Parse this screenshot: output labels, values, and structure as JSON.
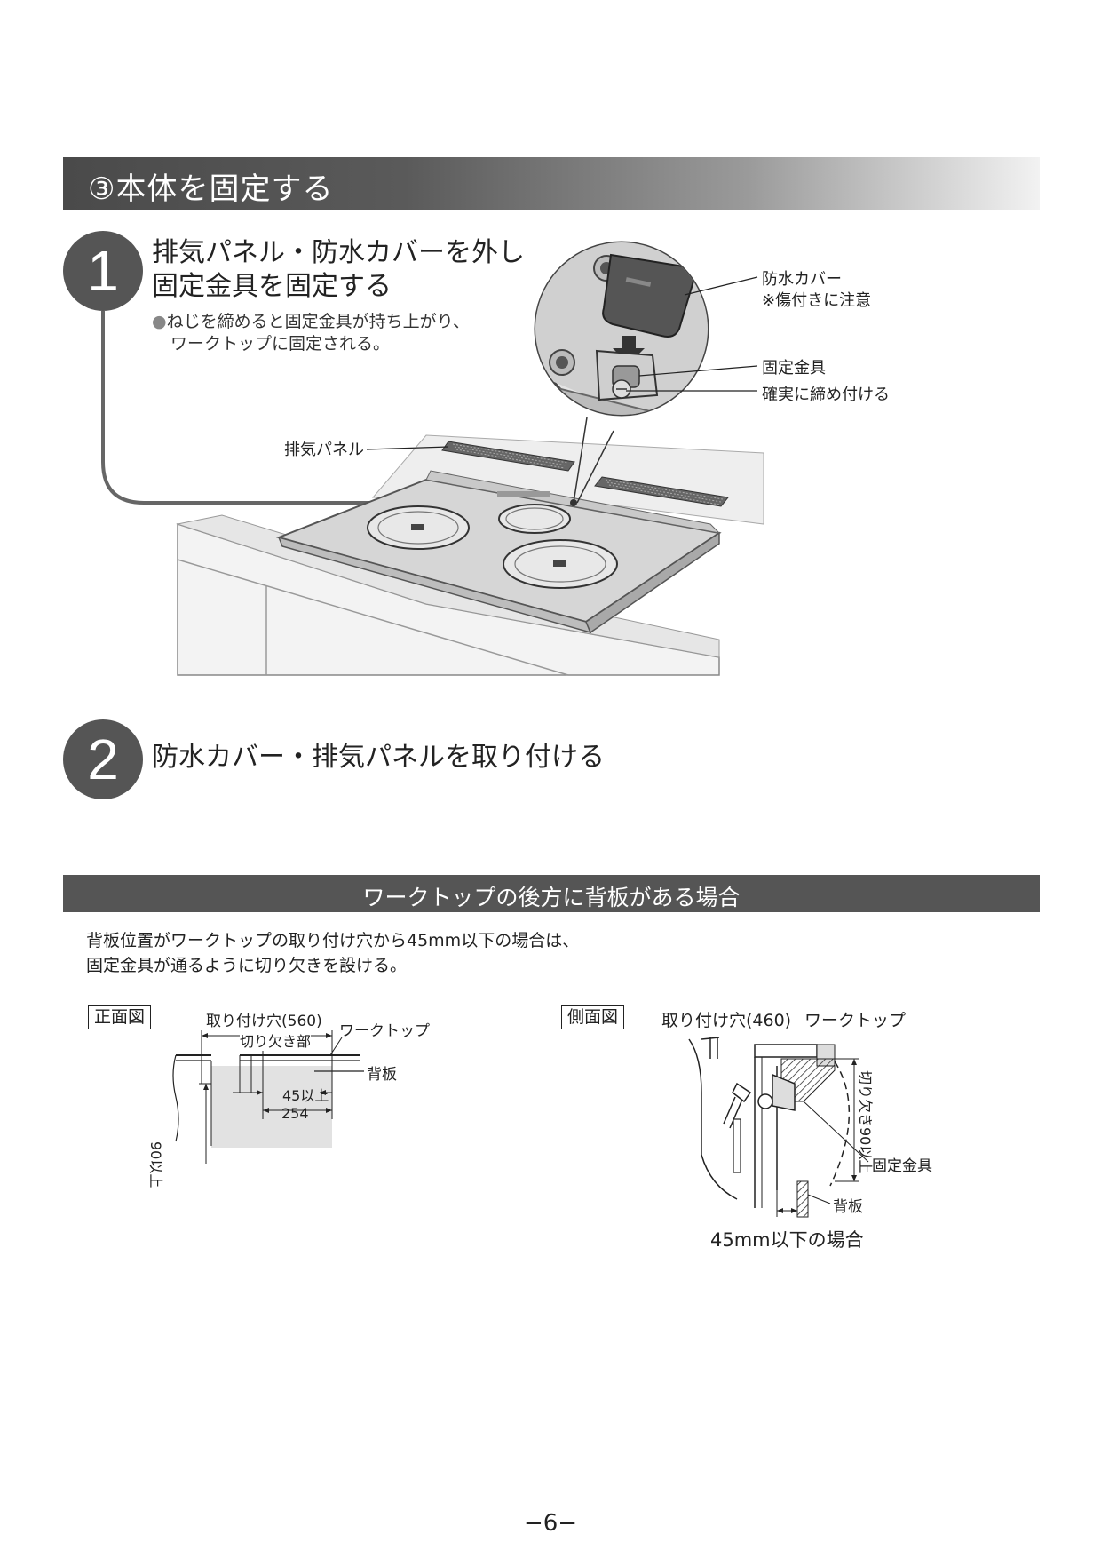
{
  "section": {
    "title": "③本体を固定する"
  },
  "step1": {
    "number": "1",
    "title_line1": "排気パネル・防水カバーを外し",
    "title_line2": "固定金具を固定する",
    "note_line1": "ねじを締めると固定金具が持ち上がり、",
    "note_line2": "ワークトップに固定される。",
    "callouts": {
      "cover": "防水カバー",
      "cover_note": "※傷付きに注意",
      "bracket": "固定金具",
      "tighten": "確実に締め付ける",
      "exhaust": "排気パネル"
    }
  },
  "step2": {
    "number": "2",
    "title": "防水カバー・排気パネルを取り付ける"
  },
  "subsection": {
    "title": "ワークトップの後方に背板がある場合",
    "para_line1": "背板位置がワークトップの取り付け穴から45mm以下の場合は、",
    "para_line2": "固定金具が通るように切り欠きを設ける。"
  },
  "front_view": {
    "label": "正面図",
    "hole": "取り付け穴(560)",
    "notch": "切り欠き部",
    "worktop": "ワークトップ",
    "backboard": "背板",
    "dim_45": "45以上",
    "dim_254": "254",
    "dim_90": "90以上"
  },
  "side_view": {
    "label": "側面図",
    "hole": "取り付け穴(460)",
    "worktop": "ワークトップ",
    "notch_depth": "切り欠き90以上",
    "bracket": "固定金具",
    "backboard": "背板",
    "caption": "45mm以下の場合"
  },
  "page_number": "−6−"
}
